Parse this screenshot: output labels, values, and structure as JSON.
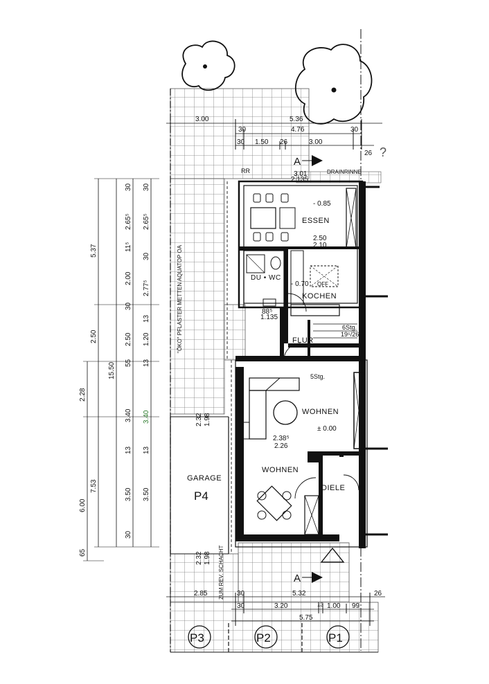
{
  "rooms": {
    "essen": "ESSEN",
    "du_wc": "DU • WC",
    "kochen": "KOCHEN",
    "flur": "FLUR",
    "wohnen_upper": "WOHNEN",
    "wohnen_lower": "WOHNEN",
    "diele": "DIELE",
    "garage": "GARAGE",
    "garage_id": "P4",
    "off": "OFF"
  },
  "levels": {
    "essen": "- 0.85",
    "kochen": "- 0.70",
    "wohnen": "± 0.00"
  },
  "annotations": {
    "drainrinne": "DRAINRINNE",
    "pflaster": "\"ÖKO\" PFLASTER METTEN AQUATOP OA",
    "schacht": "ZUM REV. SCHACHT",
    "rr1": "RR",
    "rr2": "RR",
    "stg_kitchen": "6Stg.",
    "stg_kitchen_ratio": "19⁵/26",
    "stg_wohnen": "5Stg.",
    "section_top": "A",
    "section_bottom": "A",
    "question": "?"
  },
  "parking": [
    "P3",
    "P2",
    "P1"
  ],
  "dims_top": {
    "d300": "3.00",
    "d536": "5.36",
    "d30a": "30",
    "d476": "4.76",
    "d30b": "30",
    "d30c": "30",
    "d150": "1.50",
    "d26a": "26",
    "d300b": "3.00",
    "d26b": "26",
    "d301": "3.01",
    "d2135": "2.135"
  },
  "dims_left_outer": {
    "d537": "5.37",
    "d250": "2.50",
    "d228": "2.28",
    "d1550": "15.50",
    "d753": "7.53",
    "d600": "6.00",
    "d65": "65"
  },
  "dims_left_inner": {
    "a30": "30",
    "a2655": "2.65⁵",
    "a115": "11⁵",
    "a200": "2.00",
    "a30b": "30",
    "a250": "2.50",
    "a55": "55",
    "a340": "3.40",
    "a13": "13",
    "a350": "3.50",
    "a30c": "30"
  },
  "dims_left_inner2": {
    "b30": "30",
    "b2655": "2.65⁵",
    "b30a": "30",
    "b2775": "2.77⁵",
    "b13": "13",
    "b120": "1.20",
    "b13b": "13",
    "b340": "3.40",
    "b13c": "13",
    "b350": "3.50"
  },
  "dims_inner": {
    "essen_w1": "2.50",
    "essen_w2": "2.10",
    "wc_w1": "88⁵",
    "wc_w2": "1.135",
    "garage_w1": "2.32",
    "garage_w2": "1.98",
    "wohnen_w1": "2.38⁵",
    "wohnen_w2": "2.26",
    "garage_w3": "2.32",
    "garage_w4": "1.98"
  },
  "dims_bottom": {
    "d285": "2.85",
    "d30": "30",
    "d532": "5.32",
    "d26": "26",
    "d30b": "30",
    "d320": "3.20",
    "d13": "13",
    "d100": "1.00",
    "d99": "99",
    "d575": "5.75"
  }
}
